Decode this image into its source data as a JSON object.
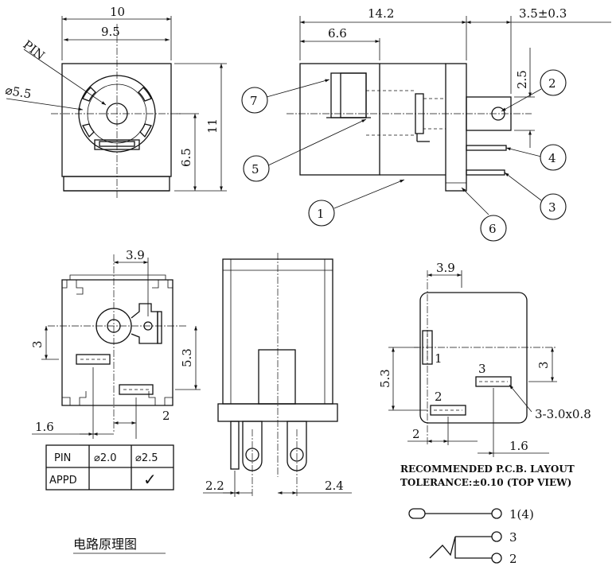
{
  "front_view": {
    "dim_width_outer": "10",
    "dim_width_inner": "9.5",
    "dim_height": "11",
    "dim_center_height": "6.5",
    "label_pin": "PIN",
    "label_diameter": "⌀5.5"
  },
  "side_view": {
    "dim_length": "14.2",
    "dim_body": "6.6",
    "dim_pin_length": "3.5±0.3",
    "dim_pin_offset": "2.5",
    "callouts": [
      "1",
      "2",
      "3",
      "4",
      "5",
      "6",
      "7"
    ]
  },
  "bottom_view": {
    "dim_top": "3.9",
    "dim_left": "3",
    "dim_right": "5.3",
    "dim_bottom_left": "1.6",
    "dim_bottom_right": "2"
  },
  "rear_view": {
    "dim_left": "2.2",
    "dim_right": "2.4"
  },
  "pin_table": {
    "headers": [
      "PIN",
      "⌀2.0",
      "⌀2.5"
    ],
    "row_label": "APPD",
    "check": "✓"
  },
  "pcb_layout": {
    "dim_top": "3.9",
    "dim_left": "5.3",
    "dim_right": "3",
    "dim_bottom_left": "2",
    "dim_bottom_right": "1.6",
    "pad_labels": [
      "1",
      "2",
      "3"
    ],
    "hole_note": "3-3.0x0.8",
    "title_line1": "RECOMMENDED P.C.B. LAYOUT",
    "title_line2": "TOLERANCE:±0.10 (TOP VIEW)"
  },
  "circuit": {
    "title": "电路原理图",
    "pin_labels": [
      "1(4)",
      "3",
      "2"
    ]
  }
}
